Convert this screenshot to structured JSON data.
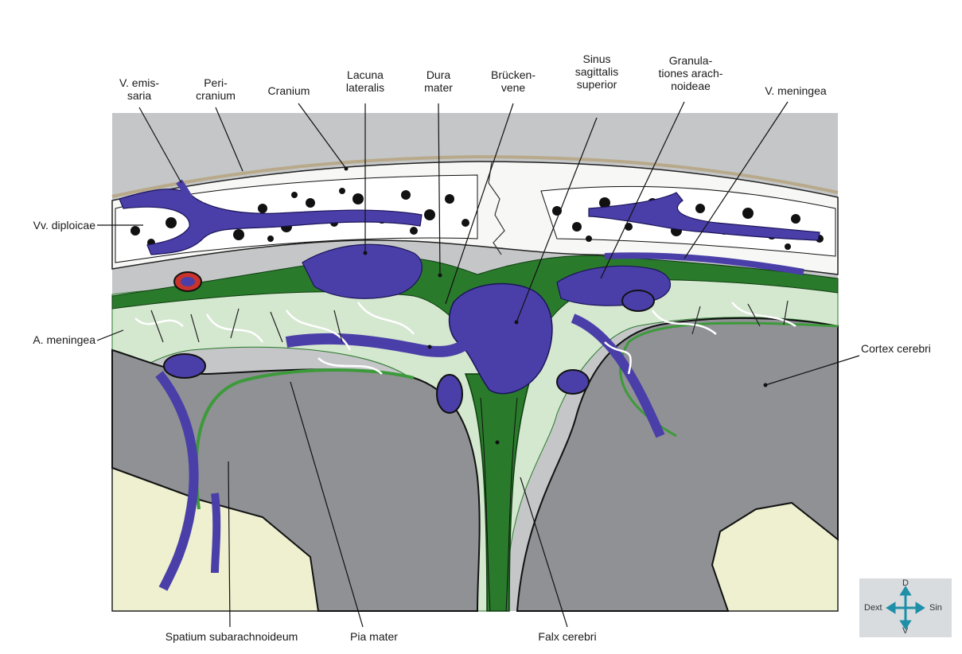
{
  "labels": {
    "v_emissaria": "V. emis-\nsaria",
    "pericranium": "Peri-\ncranium",
    "cranium": "Cranium",
    "lacuna_lateralis": "Lacuna\nlateralis",
    "dura_mater": "Dura\nmater",
    "brueckenvene": "Brücken-\nvene",
    "sinus_sagittalis_superior": "Sinus\nsagittalis\nsuperior",
    "granulationes": "Granula-\ntiones arach-\nnoideae",
    "v_meningea": "V. meningea",
    "vv_diploicae": "Vv. diploicae",
    "a_meningea": "A. meningea",
    "cortex_cerebri": "Cortex cerebri",
    "spatium_subarachnoideum": "Spatium subarachnoideum",
    "pia_mater": "Pia mater",
    "falx_cerebri": "Falx cerebri"
  },
  "compass": {
    "top": "D",
    "bottom": "V",
    "left": "Dext",
    "right": "Sin"
  },
  "colors": {
    "background_gray": "#c4c6c8",
    "brain_gray": "#8f9195",
    "white_matter": "#eef0cf",
    "bone": "#f7f8f5",
    "dura_green": "#2a7a2c",
    "arachnoid_green": "#d4e7cf",
    "vein_blue": "#4a3fa8",
    "artery_red": "#c8332b"
  }
}
